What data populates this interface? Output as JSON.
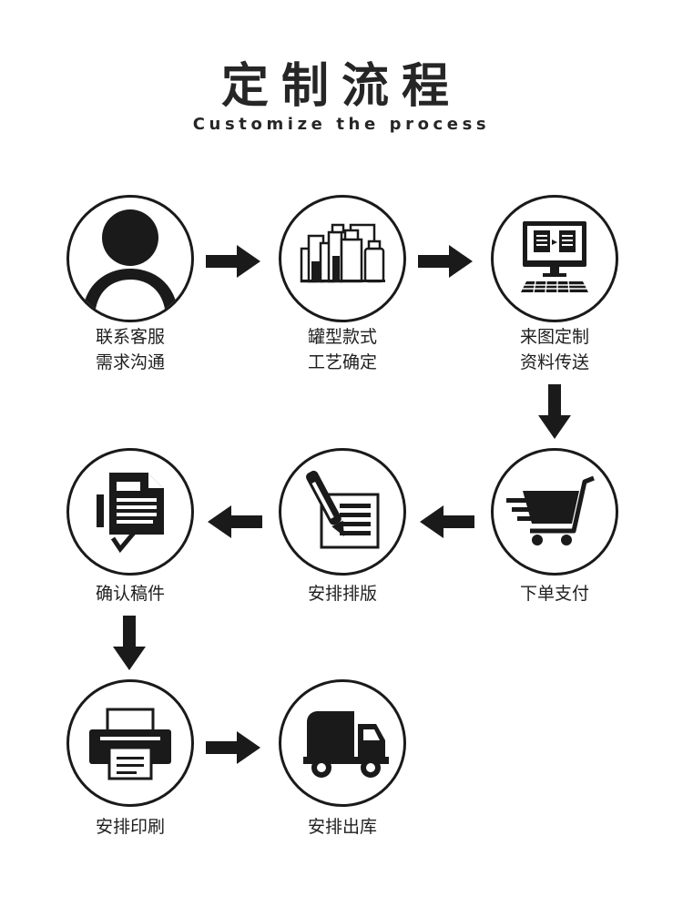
{
  "header": {
    "title": "定制流程",
    "subtitle": "Customize the process"
  },
  "steps": [
    {
      "lines": [
        "联系客服",
        "需求沟通"
      ],
      "icon": "person-icon"
    },
    {
      "lines": [
        "罐型款式",
        "工艺确定"
      ],
      "icon": "jars-icon"
    },
    {
      "lines": [
        "来图定制",
        "资料传送"
      ],
      "icon": "computer-icon"
    },
    {
      "lines": [
        "下单支付"
      ],
      "icon": "shopping-cart-icon"
    },
    {
      "lines": [
        "安排排版"
      ],
      "icon": "pen-document-icon"
    },
    {
      "lines": [
        "确认稿件"
      ],
      "icon": "document-check-icon"
    },
    {
      "lines": [
        "安排印刷"
      ],
      "icon": "printer-icon"
    },
    {
      "lines": [
        "安排出库"
      ],
      "icon": "truck-icon"
    }
  ],
  "colors": {
    "ink": "#1a1a1a",
    "background": "#ffffff"
  }
}
